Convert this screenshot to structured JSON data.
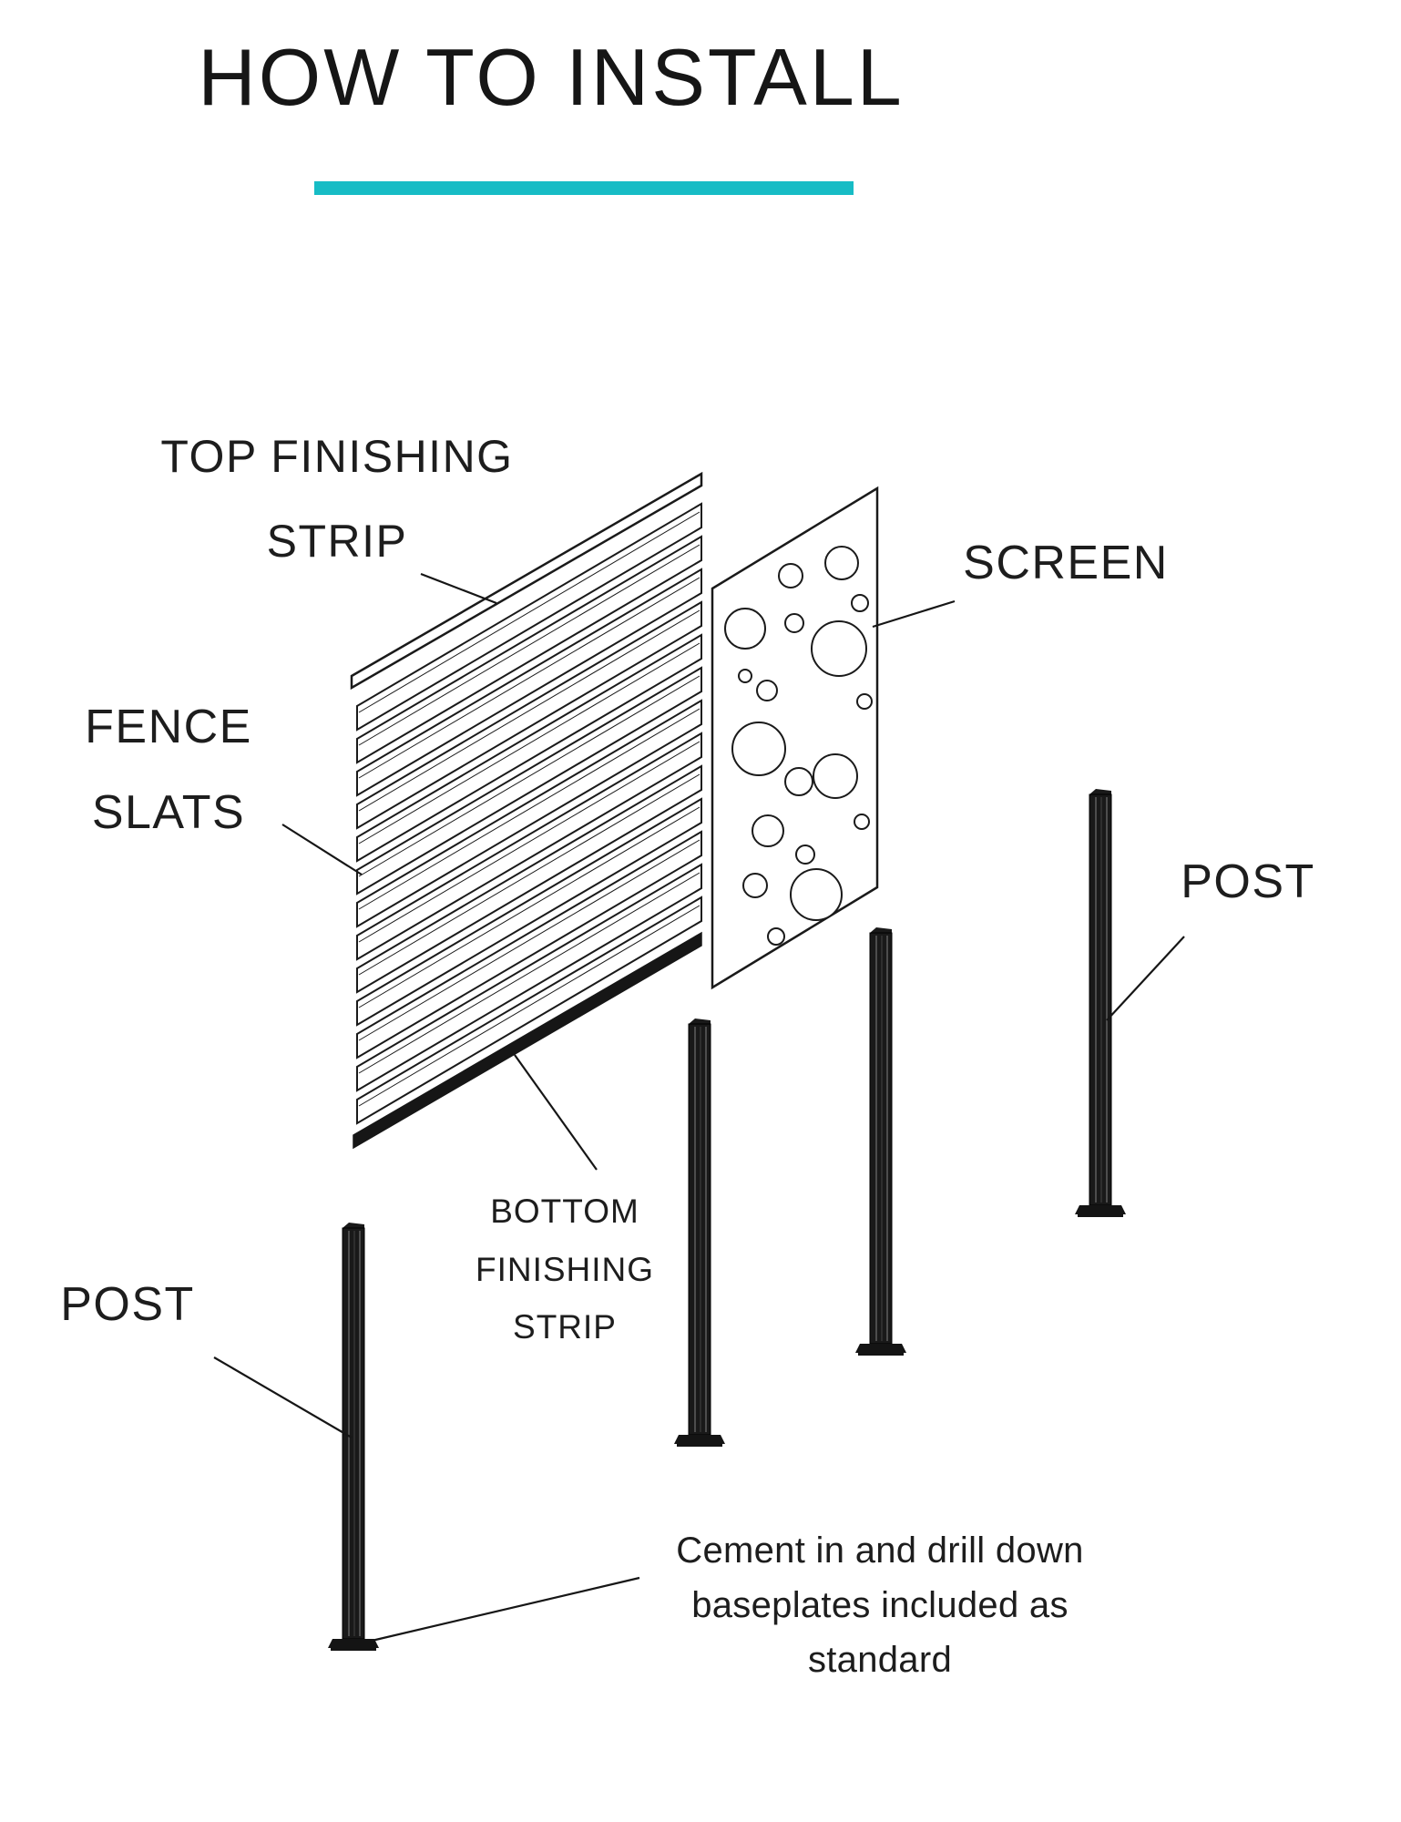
{
  "title": "HOW TO INSTALL",
  "accent_color": "#17bcc5",
  "labels": {
    "top_finishing_strip": "TOP FINISHING STRIP",
    "fence_slats": "FENCE SLATS",
    "screen": "SCREEN",
    "post_right": "POST",
    "post_left": "POST",
    "bottom_finishing_strip": "BOTTOM FINISHING STRIP",
    "baseplate_note": "Cement in and drill down baseplates included as standard"
  },
  "diagram": {
    "slat_count": 13,
    "screen_circles": [
      [
        818,
        690,
        22
      ],
      [
        868,
        632,
        13
      ],
      [
        924,
        618,
        18
      ],
      [
        944,
        662,
        9
      ],
      [
        872,
        684,
        10
      ],
      [
        818,
        742,
        7
      ],
      [
        842,
        758,
        11
      ],
      [
        921,
        712,
        30
      ],
      [
        949,
        770,
        8
      ],
      [
        833,
        822,
        29
      ],
      [
        877,
        858,
        15
      ],
      [
        917,
        852,
        24
      ],
      [
        843,
        912,
        17
      ],
      [
        884,
        938,
        10
      ],
      [
        946,
        902,
        8
      ],
      [
        829,
        972,
        13
      ],
      [
        896,
        982,
        28
      ],
      [
        852,
        1028,
        9
      ]
    ]
  }
}
